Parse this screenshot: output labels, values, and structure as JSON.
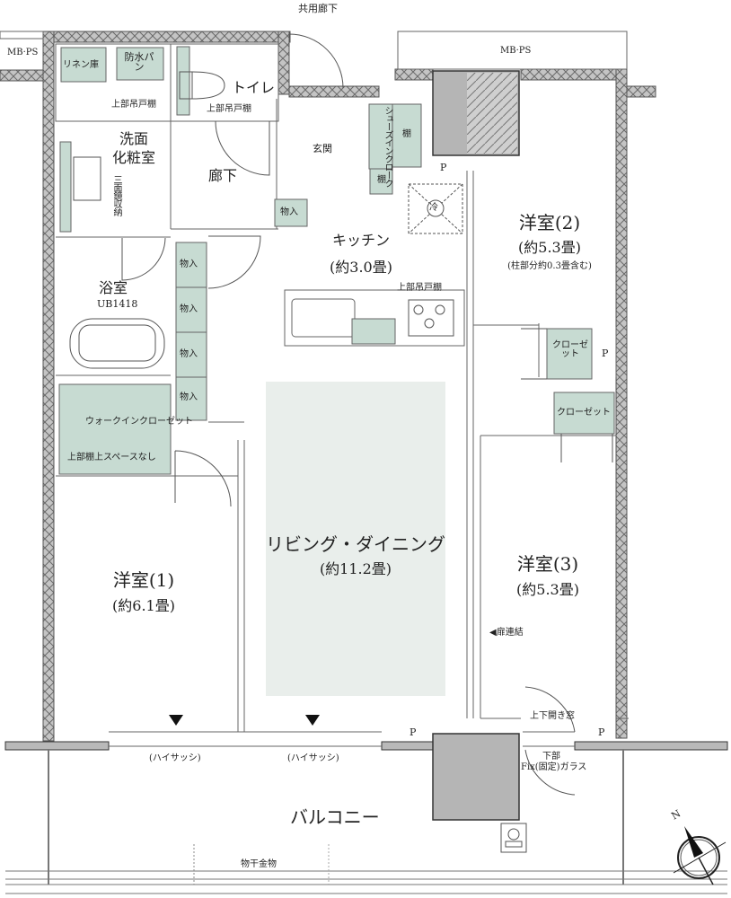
{
  "plan": {
    "colors": {
      "wall_fill": "#b9b9b9",
      "storage_green": "#c7dbd2",
      "living_fill": "#e9eeeb",
      "line": "#555555",
      "column_fill": "#b5b5b5"
    },
    "exterior": {
      "common_corridor": "共用廊下",
      "mbps_left": "MB·PS",
      "mbps_top": "MB·PS",
      "balcony": "バルコニー",
      "drying_hardware": "物干金物"
    },
    "rooms": {
      "linen": "リネン庫",
      "waterproof_pan": "防水パン",
      "toilet": "トイレ",
      "upper_cabinet_1": "上部吊戸棚",
      "upper_cabinet_2": "上部吊戸棚",
      "washroom_line1": "洗面",
      "washroom_line2": "化粧室",
      "mirror_storage": "三面鏡収納",
      "hallway": "廊下",
      "entrance": "玄関",
      "shoes_in_closet": "シューズインクローク",
      "shelf_1": "棚",
      "shelf_2": "棚",
      "storage_kitchen": "物入",
      "storage_1": "物入",
      "storage_2": "物入",
      "storage_3": "物入",
      "storage_4": "物入",
      "fridge": "冷",
      "bathroom": "浴室",
      "bathroom_unit": "UB1418",
      "kitchen": "キッチン",
      "kitchen_size": "(約3.0畳)",
      "kitchen_upper_cabinet": "上部吊戸棚",
      "room2": "洋室(2)",
      "room2_size": "(約5.3畳)",
      "room2_note": "(柱部分約0.3畳含む)",
      "closet_room2": "クローゼット",
      "closet_room3": "クローゼット",
      "pipe_space": "P",
      "walkin_closet": "ウォークインクローゼット",
      "walkin_note": "上部棚上スペースなし",
      "living_dining": "リビング・ダイニング",
      "living_dining_size": "(約11.2畳)",
      "room1": "洋室(1)",
      "room1_size": "(約6.1畳)",
      "room3": "洋室(3)",
      "room3_size": "(約5.3畳)",
      "door_link": "◀扉連結",
      "window_updown": "上下開き窓",
      "window_lower": "下部",
      "window_fix": "Fix(固定)ガラス",
      "high_sash_1": "(ハイサッシ)",
      "high_sash_2": "(ハイサッシ)"
    },
    "compass": {
      "north_label": "N"
    }
  }
}
